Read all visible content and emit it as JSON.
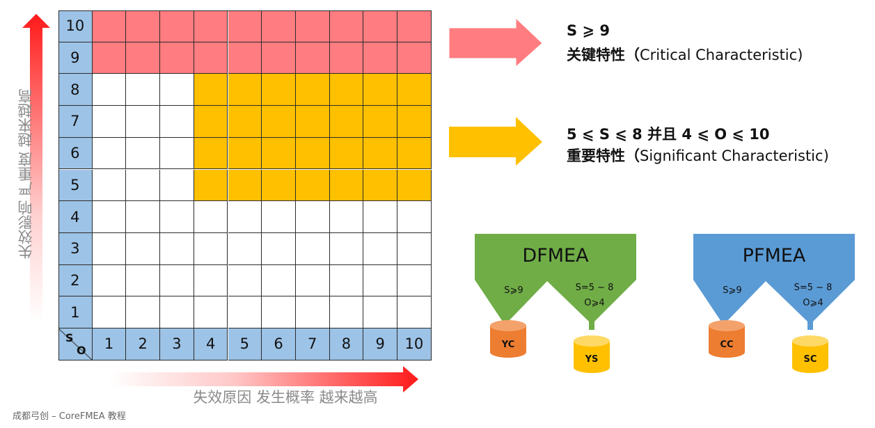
{
  "matrix": {
    "severity_rows": [
      "10",
      "9",
      "8",
      "7",
      "6",
      "5",
      "4",
      "3",
      "2",
      "1"
    ],
    "occurrence_cols": [
      "1",
      "2",
      "3",
      "4",
      "5",
      "6",
      "7",
      "8",
      "9",
      "10"
    ],
    "corner_s": "S",
    "corner_o": "O",
    "colors": {
      "critical": "#ff7c80",
      "significant": "#ffc000",
      "axis": "#9dc3e6",
      "empty": "#ffffff"
    }
  },
  "axes": {
    "y_label": "失效影响 严重度 越来越高",
    "x_label": "失效原因 发生概率 越来越高"
  },
  "rules": {
    "critical": {
      "condition": "S ⩾ 9",
      "name_prefix": "关键特性（",
      "name_en": "Critical Characteristic)",
      "arrow_color": "#ff7c80"
    },
    "significant": {
      "condition": "5 ⩽ S ⩽ 8  并且  4 ⩽ O ⩽ 10",
      "name_prefix": "重要特性（",
      "name_en": "Significant Characteristic)",
      "arrow_color": "#ffc000"
    }
  },
  "funnels": {
    "dfmea": {
      "title": "DFMEA",
      "color": "#70ad47",
      "left_rule": "S⩾9",
      "right_rule_1": "S=5 ~ 8",
      "right_rule_2": "O⩾4",
      "left_out": "YC",
      "right_out": "YS"
    },
    "pfmea": {
      "title": "PFMEA",
      "color": "#5b9bd5",
      "left_rule": "S⩾9",
      "right_rule_1": "S=5 ~ 8",
      "right_rule_2": "O⩾4",
      "left_out": "CC",
      "right_out": "SC"
    },
    "cylinder_colors": {
      "orange": "#ed7d31",
      "yellow": "#ffc000"
    }
  },
  "footer": "成都弓创 – CoreFMEA 教程"
}
